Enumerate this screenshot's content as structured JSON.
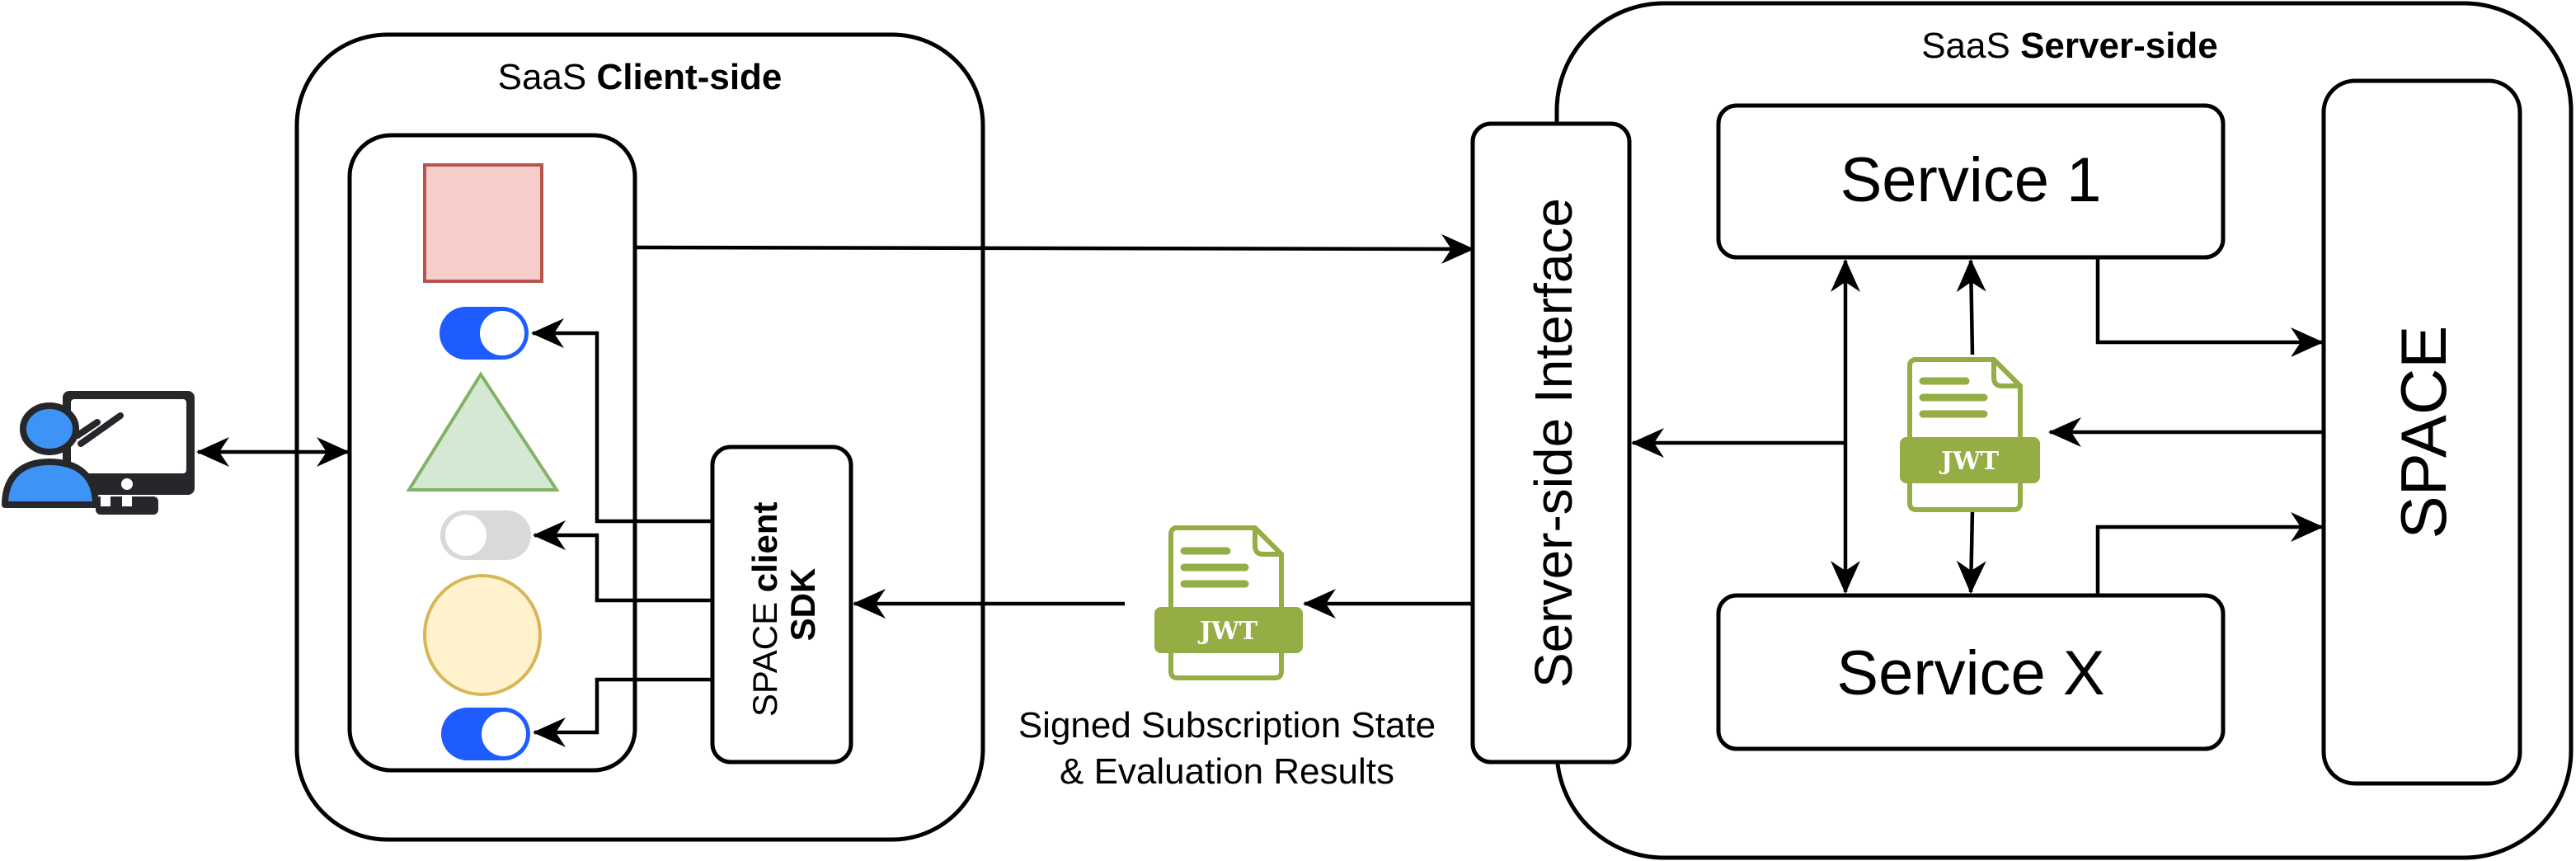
{
  "client_side": {
    "title_prefix": "SaaS",
    "title_bold": "Client-side",
    "sdk": {
      "label_prefix": "SPACE",
      "label_bold_1": "client",
      "label_bold_2": "SDK"
    },
    "ui_elements": [
      {
        "type": "square",
        "fill": "#f8cecc",
        "stroke": "#b85450"
      },
      {
        "type": "toggle",
        "state": "on",
        "color": "#1f5cff"
      },
      {
        "type": "triangle",
        "fill": "#d5e8d4",
        "stroke": "#82b366"
      },
      {
        "type": "toggle",
        "state": "off",
        "color": "#d9d9d9"
      },
      {
        "type": "circle",
        "fill": "#fff2cc",
        "stroke": "#d6b656"
      },
      {
        "type": "toggle",
        "state": "on",
        "color": "#1f5cff"
      }
    ]
  },
  "server_side": {
    "title_prefix": "SaaS",
    "title_bold": "Server-side",
    "interface_label": "Server-side Interface",
    "service_1": "Service 1",
    "service_x": "Service X",
    "space_label": "SPACE"
  },
  "jwt": {
    "label": "JWT",
    "color": "#94ad45"
  },
  "caption": {
    "line1": "Signed Subscription State",
    "line2": "& Evaluation Results"
  },
  "user": {
    "icon": "user-at-monitor-icon",
    "accent": "#3d94f6"
  }
}
